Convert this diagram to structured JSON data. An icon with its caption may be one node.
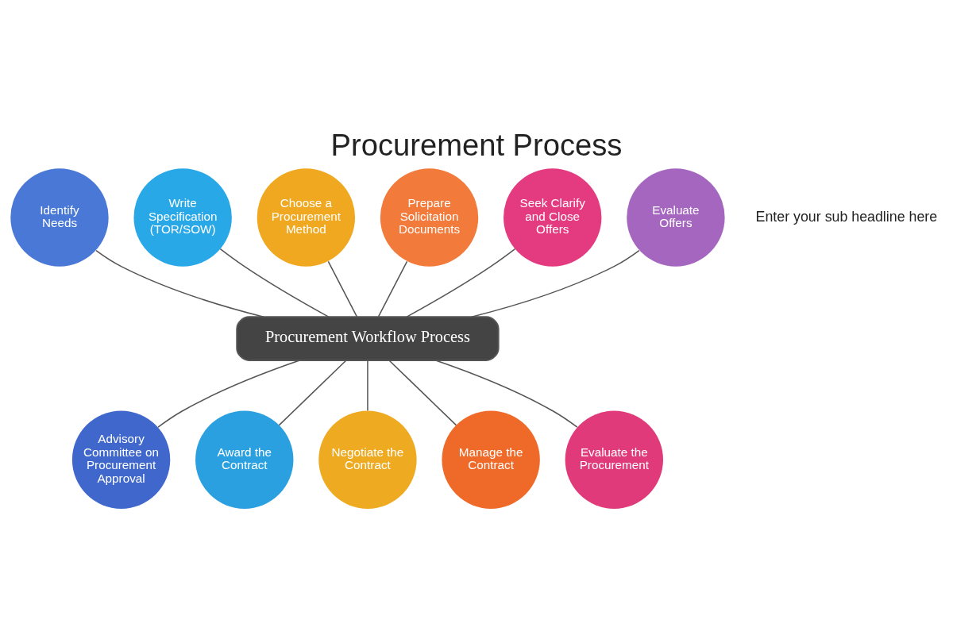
{
  "diagram": {
    "title": "Procurement Process",
    "nodes": [
      {
        "text": [
          "Identify Needs"
        ]
      },
      {
        "text": [
          "Write Specification (TOR/SOW)"
        ]
      },
      {
        "text": [
          "Choose a Procurement Method"
        ]
      },
      {
        "text": [
          "Prepare Solicitation Documents"
        ]
      },
      {
        "text": [
          "Seek Clarify and Close Offers"
        ]
      },
      {
        "text": [
          "Evaluate Offers"
        ]
      },
      {
        "text": [
          "Procurement Workflow Process"
        ]
      },
      {
        "text": [
          "Advisory Committee on Procurement Approval"
        ]
      },
      {
        "text": [
          "Award the Contract"
        ]
      },
      {
        "text": [
          "Negotiate the Contract"
        ]
      },
      {
        "text": [
          "Manage the Contract"
        ]
      },
      {
        "text": [
          "Evaluate the Procurement"
        ]
      }
    ],
    "edges": [
      {
        "from": 0,
        "to": 6,
        "arrow": "none"
      },
      {
        "from": 1,
        "to": 6,
        "arrow": "none"
      },
      {
        "from": 2,
        "to": 6,
        "arrow": "none"
      },
      {
        "from": 3,
        "to": 6,
        "arrow": "none"
      },
      {
        "from": 4,
        "to": 6,
        "arrow": "none"
      },
      {
        "from": 5,
        "to": 6,
        "arrow": "none"
      },
      {
        "from": 6,
        "to": 7,
        "arrow": "none"
      },
      {
        "from": 6,
        "to": 8,
        "arrow": "none"
      },
      {
        "from": 6,
        "to": 9,
        "arrow": "none"
      },
      {
        "from": 6,
        "to": 10,
        "arrow": "none"
      },
      {
        "from": 6,
        "to": 11,
        "arrow": "none"
      }
    ],
    "labels": [
      "Enter your sub headline here"
    ]
  }
}
